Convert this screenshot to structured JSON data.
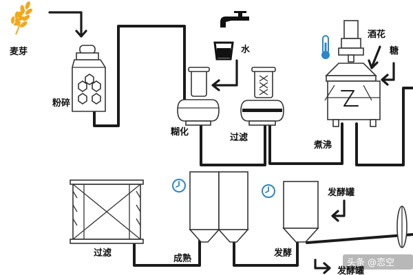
{
  "diagram": {
    "labels": {
      "malt": "麦芽",
      "crush": "粉碎",
      "water": "水",
      "mash": "糊化",
      "filter_top": "过滤",
      "hops": "酒花",
      "sugar": "糖",
      "boil": "煮沸",
      "filter_bottom": "过滤",
      "mature": "成熟",
      "ferment": "发酵",
      "ferment_tank": "发酵罐",
      "ferment_tank_bottom": "发酵罐"
    },
    "watermark": "头条 @恋空"
  }
}
